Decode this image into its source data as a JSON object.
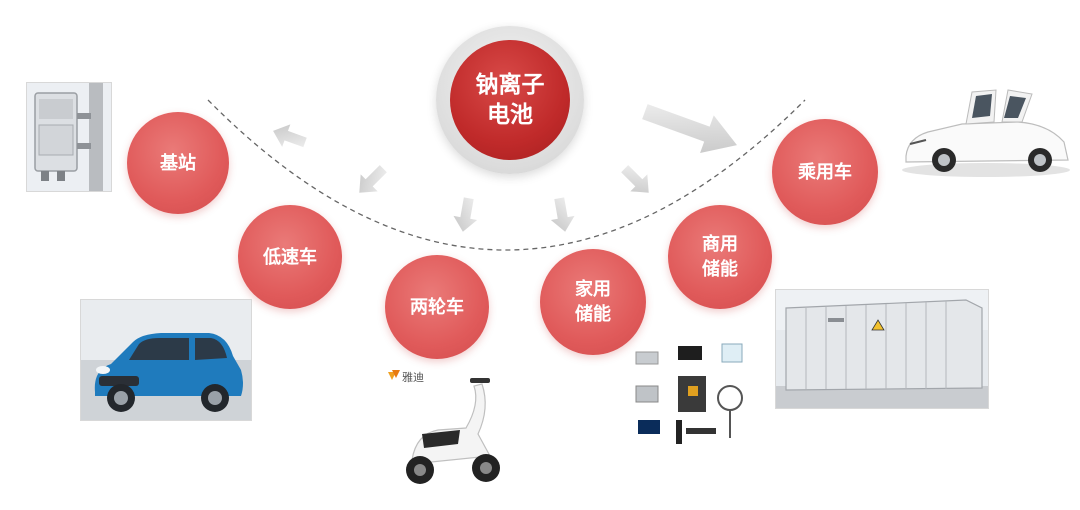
{
  "center": {
    "label": "钠离子\n电池"
  },
  "applications": [
    {
      "id": "base-station",
      "label": "基站",
      "image": "base-station-equipment"
    },
    {
      "id": "low-speed-vehicle",
      "label": "低速车",
      "image": "small-blue-car"
    },
    {
      "id": "two-wheeler",
      "label": "两轮车",
      "image": "electric-scooter"
    },
    {
      "id": "home-storage",
      "label": "家用\n储能",
      "image": "home-appliances"
    },
    {
      "id": "commercial-storage",
      "label": "商用\n储能",
      "image": "energy-storage-container"
    },
    {
      "id": "passenger-car",
      "label": "乘用车",
      "image": "white-suv-falcon-doors"
    }
  ],
  "scooter_brand": "雅迪",
  "colors": {
    "center_red": "#c02a2a",
    "node_red": "#e05a5a",
    "arrow_gray": "#cfcfcf",
    "arc_gray": "#666666"
  }
}
